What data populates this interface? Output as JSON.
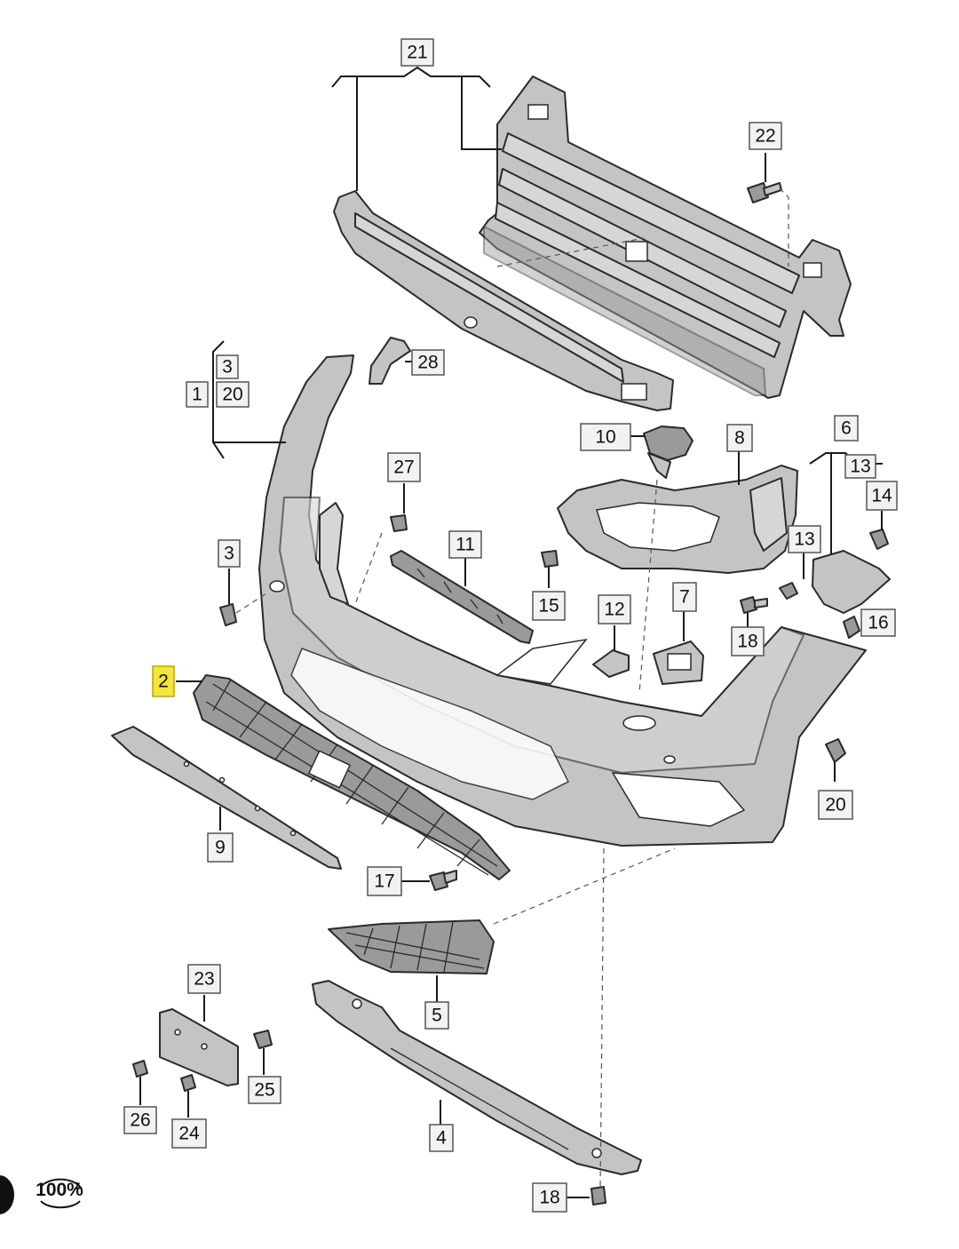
{
  "callouts": [
    {
      "id": "c21a",
      "text": "21"
    },
    {
      "id": "c22",
      "text": "22"
    },
    {
      "id": "c28",
      "text": "28"
    },
    {
      "id": "c3a",
      "text": "3"
    },
    {
      "id": "c20a",
      "text": "20"
    },
    {
      "id": "c1",
      "text": "1"
    },
    {
      "id": "c10",
      "text": "10"
    },
    {
      "id": "c8",
      "text": "8"
    },
    {
      "id": "c6",
      "text": "6"
    },
    {
      "id": "c13a",
      "text": "13"
    },
    {
      "id": "c27",
      "text": "27"
    },
    {
      "id": "c14",
      "text": "14"
    },
    {
      "id": "c11",
      "text": "11"
    },
    {
      "id": "c3b",
      "text": "3"
    },
    {
      "id": "c13b",
      "text": "13"
    },
    {
      "id": "c15",
      "text": "15"
    },
    {
      "id": "c12",
      "text": "12"
    },
    {
      "id": "c7",
      "text": "7"
    },
    {
      "id": "c18a",
      "text": "18"
    },
    {
      "id": "c16",
      "text": "16"
    },
    {
      "id": "c2",
      "text": "2",
      "highlight": true
    },
    {
      "id": "c20b",
      "text": "20"
    },
    {
      "id": "c9",
      "text": "9"
    },
    {
      "id": "c17",
      "text": "17"
    },
    {
      "id": "c5",
      "text": "5"
    },
    {
      "id": "c23",
      "text": "23"
    },
    {
      "id": "c25",
      "text": "25"
    },
    {
      "id": "c26",
      "text": "26"
    },
    {
      "id": "c24",
      "text": "24"
    },
    {
      "id": "c4",
      "text": "4"
    },
    {
      "id": "c18b",
      "text": "18"
    }
  ],
  "zoom": {
    "label": "100%"
  },
  "colors": {
    "highlight": "#f5e43a",
    "part": "#c4c4c4",
    "outline": "#2a2a2a"
  }
}
